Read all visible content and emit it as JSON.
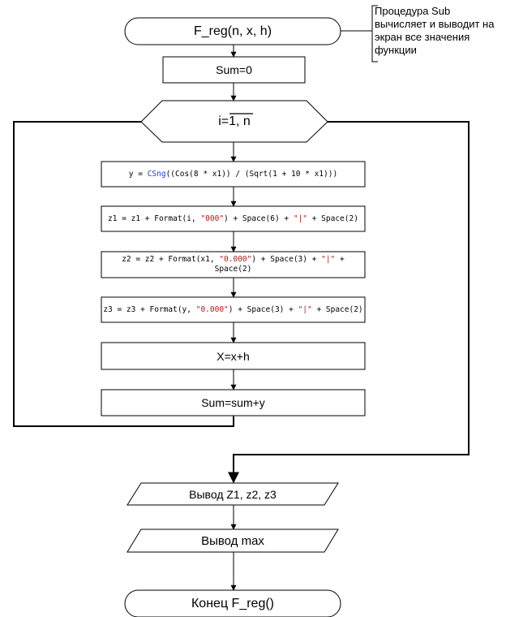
{
  "procedure": {
    "start_label": "F_reg(n, x, h)",
    "init_label": "Sum=0",
    "loop_prefix": "i=",
    "loop_range": "1, n",
    "step_y": {
      "lhs": "y = ",
      "fn": "CSng",
      "rest": "((Cos(8 * x1)) / (Sqrt(1 + 10 * x1)))"
    },
    "step_z1": {
      "a": "z1 = z1 + Format(i, ",
      "s1": "\"000\"",
      "b": ") + Space(6) + ",
      "s2": "\"|\"",
      "c": " + Space(2)"
    },
    "step_z2": {
      "a": "z2 = z2 + Format(x1, ",
      "s1": "\"0.000\"",
      "b": ") + Space(3) + ",
      "s2": "\"|\"",
      "c": " + Space(2)"
    },
    "step_z3": {
      "a": "z3 = z3 + Format(y, ",
      "s1": "\"0.000\"",
      "b": ") + Space(3) + ",
      "s2": "\"|\"",
      "c": " + Space(2)"
    },
    "step_x": "X=x+h",
    "step_sum": "Sum=sum+y",
    "output_z": "Вывод Z1, z2, z3",
    "output_max": "Вывод max",
    "end_label": "Конец F_reg()"
  },
  "note": "Процедура Sub вычисляет и выводит на экран все значения функции"
}
